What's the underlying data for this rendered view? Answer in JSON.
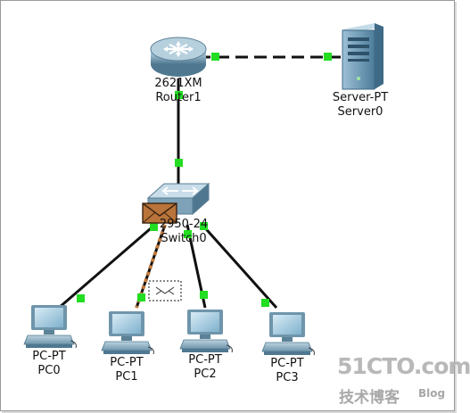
{
  "devices": {
    "router": {
      "model": "2621XM",
      "name": "Router1"
    },
    "server": {
      "model": "Server-PT",
      "name": "Server0"
    },
    "switch": {
      "model": "2950-24",
      "name": "Switch0"
    },
    "pcs": [
      {
        "model": "PC-PT",
        "name": "PC0"
      },
      {
        "model": "PC-PT",
        "name": "PC1"
      },
      {
        "model": "PC-PT",
        "name": "PC2"
      },
      {
        "model": "PC-PT",
        "name": "PC3"
      }
    ]
  },
  "watermark": {
    "brand": "51CTO.com",
    "sub": "技术博客",
    "blog": "Blog"
  },
  "colors": {
    "link": "#111111",
    "link_up": "#22dd22",
    "envelope": "#b8743a",
    "watermark": "#b0b0b0"
  }
}
